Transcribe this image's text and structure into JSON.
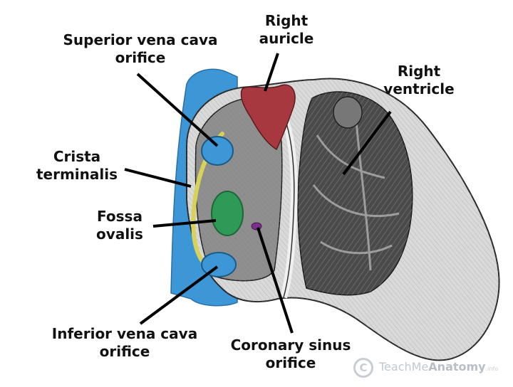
{
  "labels": {
    "svc": [
      "Superior vena cava",
      "orifice"
    ],
    "right_auricle": [
      "Right",
      "auricle"
    ],
    "right_ventricle": [
      "Right",
      "ventricle"
    ],
    "crista": [
      "Crista",
      "terminalis"
    ],
    "fossa": [
      "Fossa",
      "ovalis"
    ],
    "ivc": [
      "Inferior vena cava",
      "orifice"
    ],
    "coronary": [
      "Coronary sinus",
      "orifice"
    ]
  },
  "watermark": {
    "symbol": "C",
    "brand_light": "TeachMe",
    "brand_bold": "Anatomy",
    "suffix": ".info"
  },
  "colors": {
    "vena_cava": "#3d97d6",
    "auricle": "#a8383f",
    "fossa": "#2f9a57",
    "crista": "#d8d25a",
    "coronary": "#7b2e8c",
    "heart_fill": "#d8d8d8",
    "heart_shade": "#6f6f6f",
    "pointer": "#000000"
  }
}
